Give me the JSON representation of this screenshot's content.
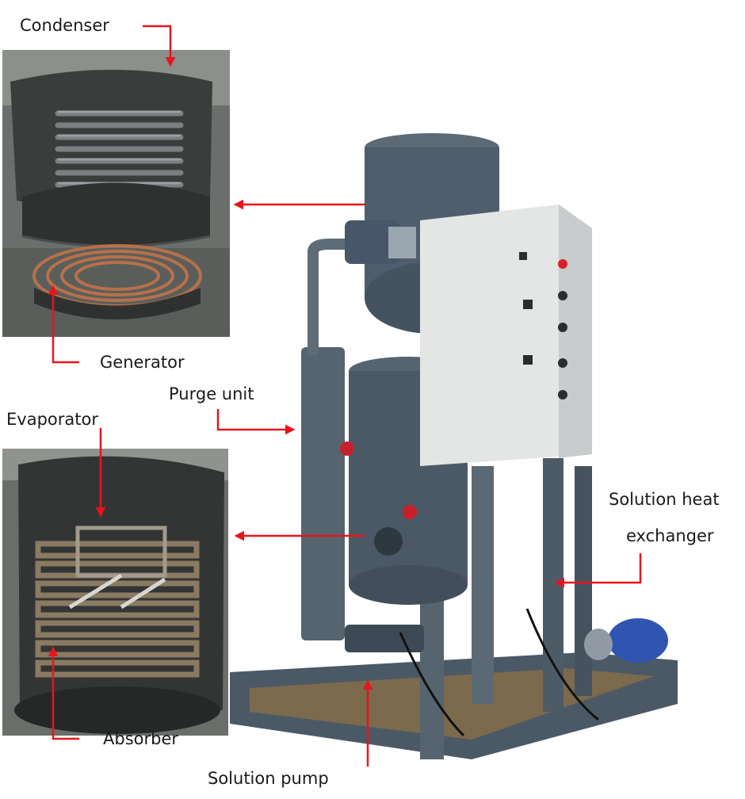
{
  "labels": {
    "condenser": "Condenser",
    "generator": "Generator",
    "purge_unit": "Purge unit",
    "evaporator": "Evaporator",
    "absorber": "Absorber",
    "solution_heat_line1": "Solution heat",
    "solution_heat_line2": "exchanger",
    "solution_pump": "Solution pump"
  },
  "colors": {
    "arrow": "#e8141c",
    "machine_body": "#4f5d6c",
    "machine_dark": "#3a4652",
    "control_panel": "#e4e6e6",
    "copper": "#b8704a",
    "steel": "#5a5f63",
    "valve": "#c8202a"
  }
}
